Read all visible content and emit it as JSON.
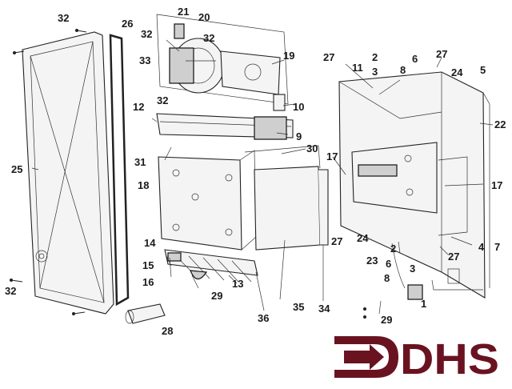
{
  "callouts": [
    {
      "id": "c32a",
      "label": "32"
    },
    {
      "id": "c26",
      "label": "26"
    },
    {
      "id": "c21",
      "label": "21"
    },
    {
      "id": "c20",
      "label": "20"
    },
    {
      "id": "c32b",
      "label": "32"
    },
    {
      "id": "c33",
      "label": "33"
    },
    {
      "id": "c32c",
      "label": "32"
    },
    {
      "id": "c19",
      "label": "19"
    },
    {
      "id": "c27a",
      "label": "27"
    },
    {
      "id": "c11",
      "label": "11"
    },
    {
      "id": "c2a",
      "label": "2"
    },
    {
      "id": "c3a",
      "label": "3"
    },
    {
      "id": "c6a",
      "label": "6"
    },
    {
      "id": "c27b",
      "label": "27"
    },
    {
      "id": "c8a",
      "label": "8"
    },
    {
      "id": "c24a",
      "label": "24"
    },
    {
      "id": "c5",
      "label": "5"
    },
    {
      "id": "c32d",
      "label": "32"
    },
    {
      "id": "c12",
      "label": "12"
    },
    {
      "id": "c10",
      "label": "10"
    },
    {
      "id": "c9",
      "label": "9"
    },
    {
      "id": "c22",
      "label": "22"
    },
    {
      "id": "c31",
      "label": "31"
    },
    {
      "id": "c30",
      "label": "30"
    },
    {
      "id": "c17a",
      "label": "17"
    },
    {
      "id": "c25",
      "label": "25"
    },
    {
      "id": "c18",
      "label": "18"
    },
    {
      "id": "c17b",
      "label": "17"
    },
    {
      "id": "c14",
      "label": "14"
    },
    {
      "id": "c27c",
      "label": "27"
    },
    {
      "id": "c24b",
      "label": "24"
    },
    {
      "id": "c2b",
      "label": "2"
    },
    {
      "id": "c4",
      "label": "4"
    },
    {
      "id": "c7",
      "label": "7"
    },
    {
      "id": "c15",
      "label": "15"
    },
    {
      "id": "c23",
      "label": "23"
    },
    {
      "id": "c6b",
      "label": "6"
    },
    {
      "id": "c3b",
      "label": "3"
    },
    {
      "id": "c27d",
      "label": "27"
    },
    {
      "id": "c16",
      "label": "16"
    },
    {
      "id": "c8b",
      "label": "8"
    },
    {
      "id": "c13",
      "label": "13"
    },
    {
      "id": "c32e",
      "label": "32"
    },
    {
      "id": "c29a",
      "label": "29"
    },
    {
      "id": "c36",
      "label": "36"
    },
    {
      "id": "c35",
      "label": "35"
    },
    {
      "id": "c34",
      "label": "34"
    },
    {
      "id": "c1",
      "label": "1"
    },
    {
      "id": "c29b",
      "label": "29"
    },
    {
      "id": "c28",
      "label": "28"
    }
  ],
  "logo": {
    "text": "DHS",
    "color": "#6a1320"
  }
}
